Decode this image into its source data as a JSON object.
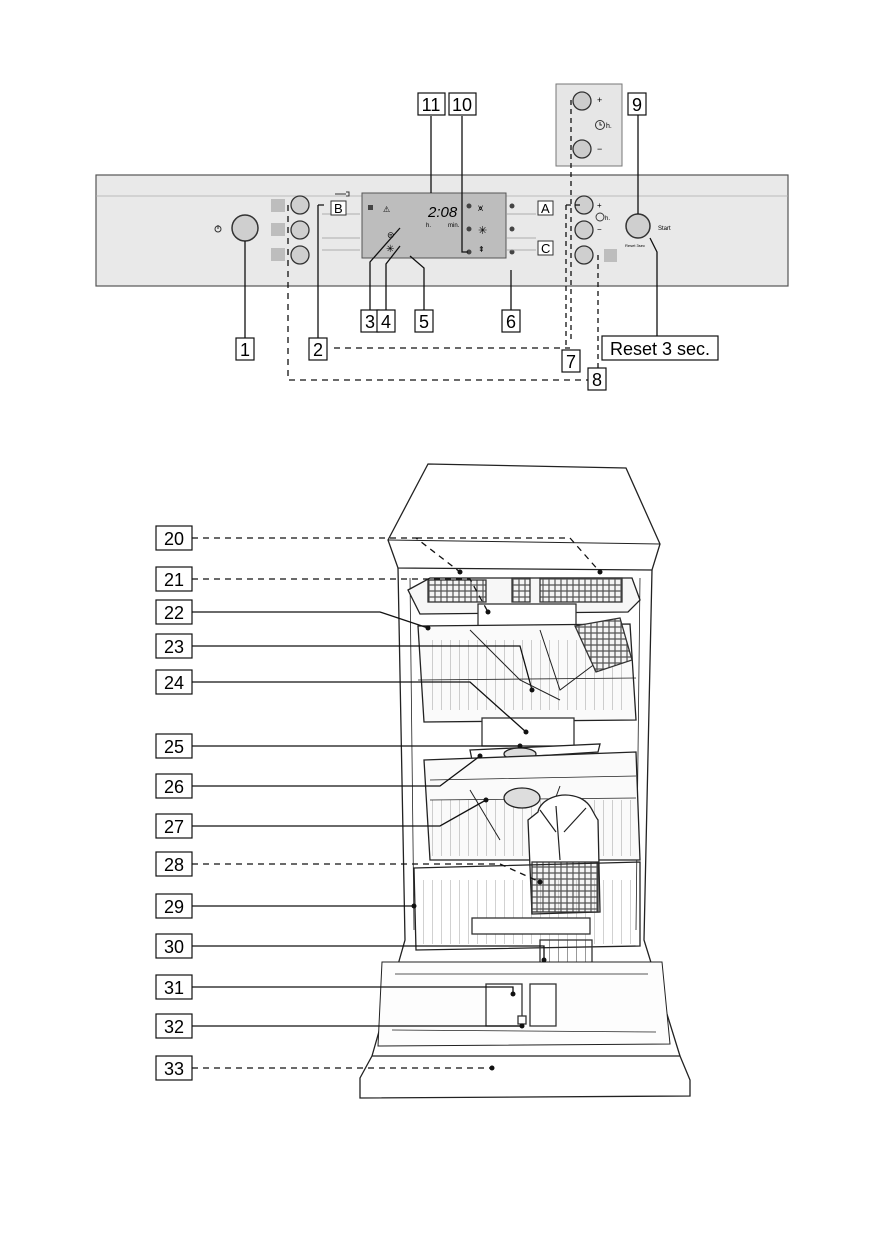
{
  "control_panel": {
    "display": {
      "time": "2:08",
      "unit_h": "h.",
      "unit_min": "min."
    },
    "program_labels": [
      "B",
      "A",
      "C"
    ],
    "timer_plus": "+",
    "timer_minus": "−",
    "timer_symbol": "h.",
    "start_label": "Start",
    "reset_small": "Reset 3sec",
    "callouts": [
      "1",
      "2",
      "3",
      "4",
      "5",
      "6",
      "7",
      "8",
      "9",
      "10",
      "11"
    ],
    "reset_callout": "Reset 3 sec."
  },
  "appliance": {
    "callouts": [
      "20",
      "21",
      "22",
      "23",
      "24",
      "25",
      "26",
      "27",
      "28",
      "29",
      "30",
      "31",
      "32",
      "33"
    ]
  }
}
